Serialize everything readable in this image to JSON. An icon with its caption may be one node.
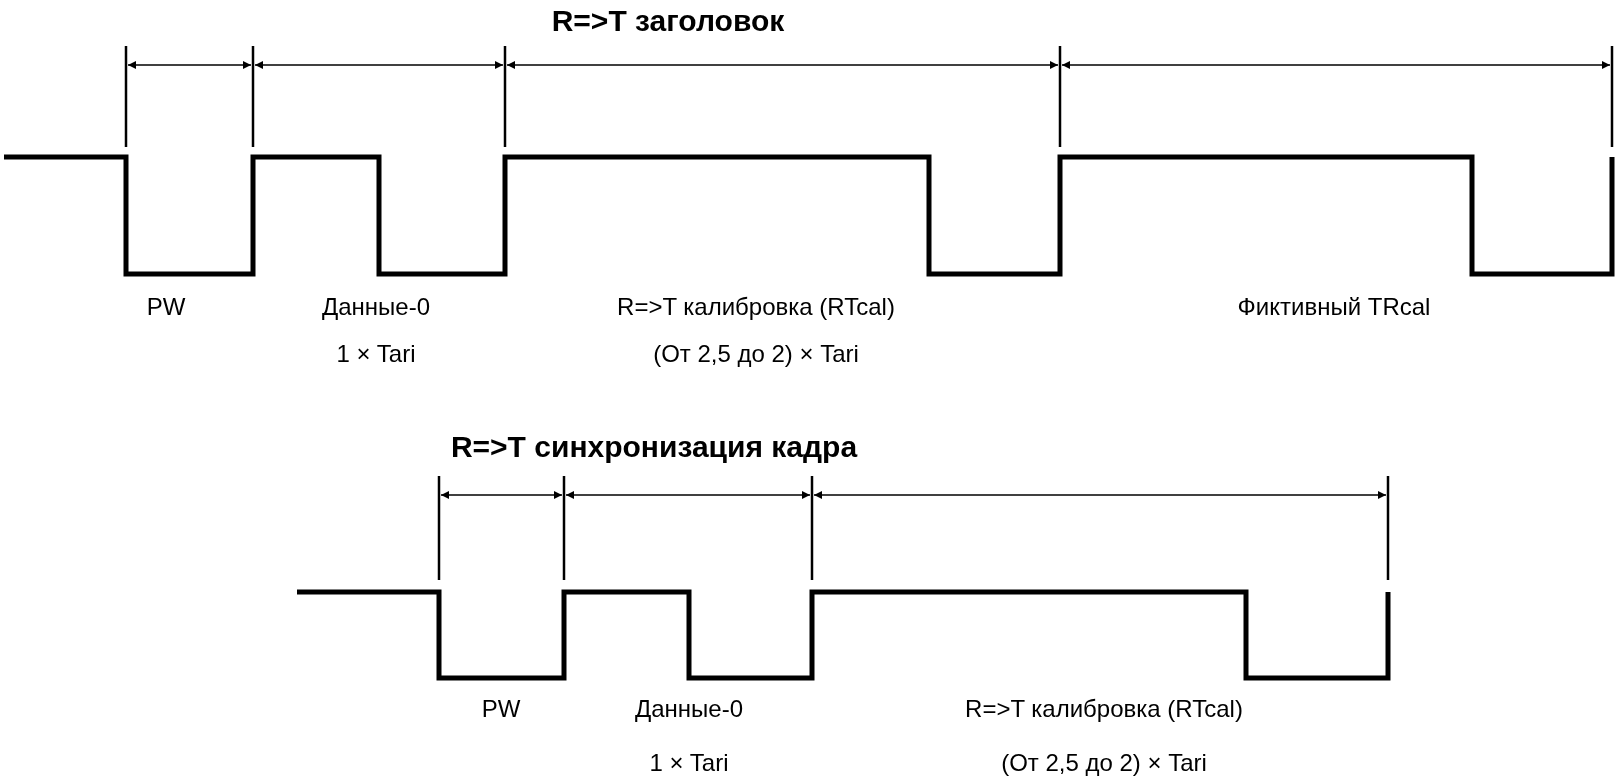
{
  "diagram": {
    "labels": [
      "R=>T заголовок",
      "PW",
      "Данные-0",
      "1 × Tari",
      "R=>T калибровка (RTcal)",
      "(От 2,5 до 2) × Tari",
      "Фиктивный TRcal",
      "R=>T синхронизация кадра",
      "PW",
      "Данные-0",
      "1 × Tari",
      "R=>T калибровка (RTcal)",
      "(От 2,5 до 2) × Tari"
    ]
  }
}
